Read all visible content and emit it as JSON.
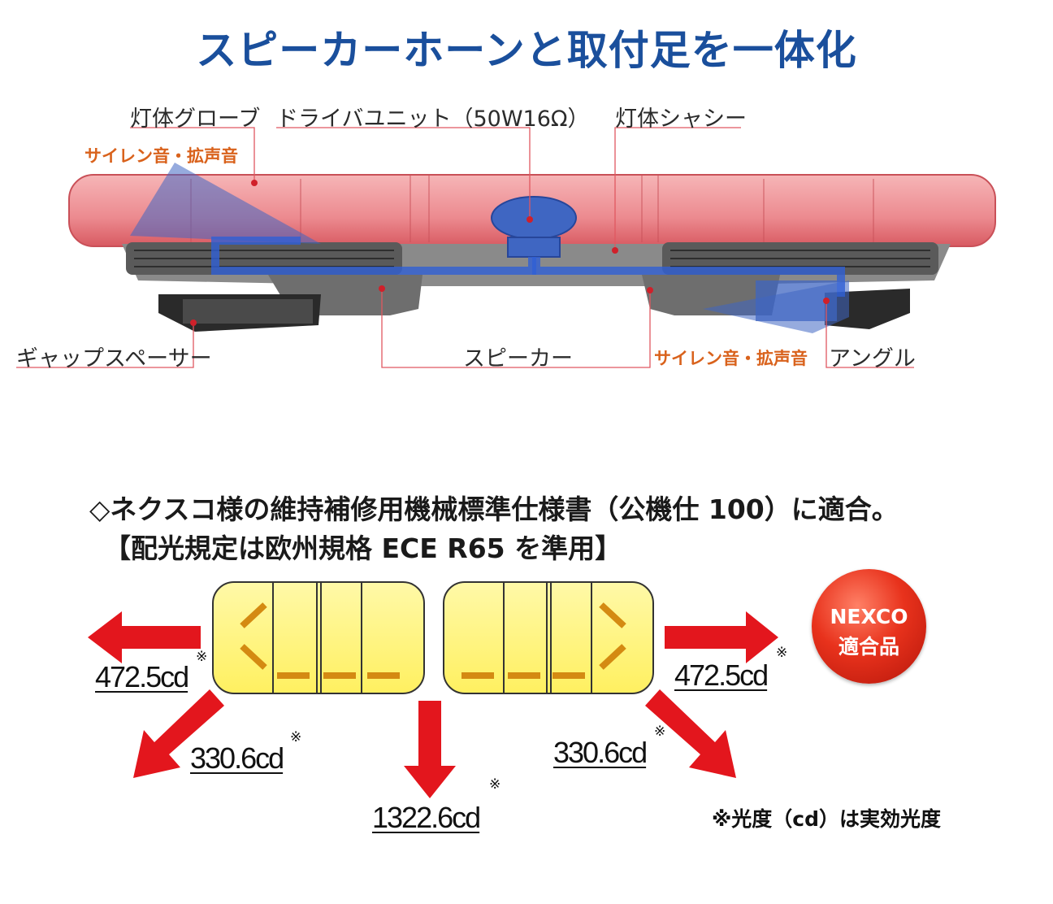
{
  "title": "スピーカーホーンと取付足を一体化",
  "parts": {
    "globe": "灯体グローブ",
    "driver_unit": "ドライバユニット（50W16Ω）",
    "chassis": "灯体シャシー",
    "siren_left": "サイレン音・拡声音",
    "gap_spacer": "ギャップスペーサー",
    "speaker": "スピーカー",
    "siren_right": "サイレン音・拡声音",
    "angle": "アングル"
  },
  "spec": {
    "line1": "◇ネクスコ様の維持補修用機械標準仕様書（公機仕 100）に適合。",
    "line2": "【配光規定は欧州規格 ECE R65 を準用】"
  },
  "intensity": {
    "left": "472.5cd",
    "right": "472.5cd",
    "diag_left": "330.6cd",
    "diag_right": "330.6cd",
    "bottom": "1322.6cd",
    "mark": "※"
  },
  "badge": {
    "line1": "NEXCO",
    "line2": "適合品"
  },
  "note": "※光度（cd）は実効光度",
  "colors": {
    "title": "#1a4f9c",
    "arrow": "#e3161d",
    "lamp": "#fff47a",
    "globe": "#e8787e",
    "badge": "#e8321c"
  }
}
